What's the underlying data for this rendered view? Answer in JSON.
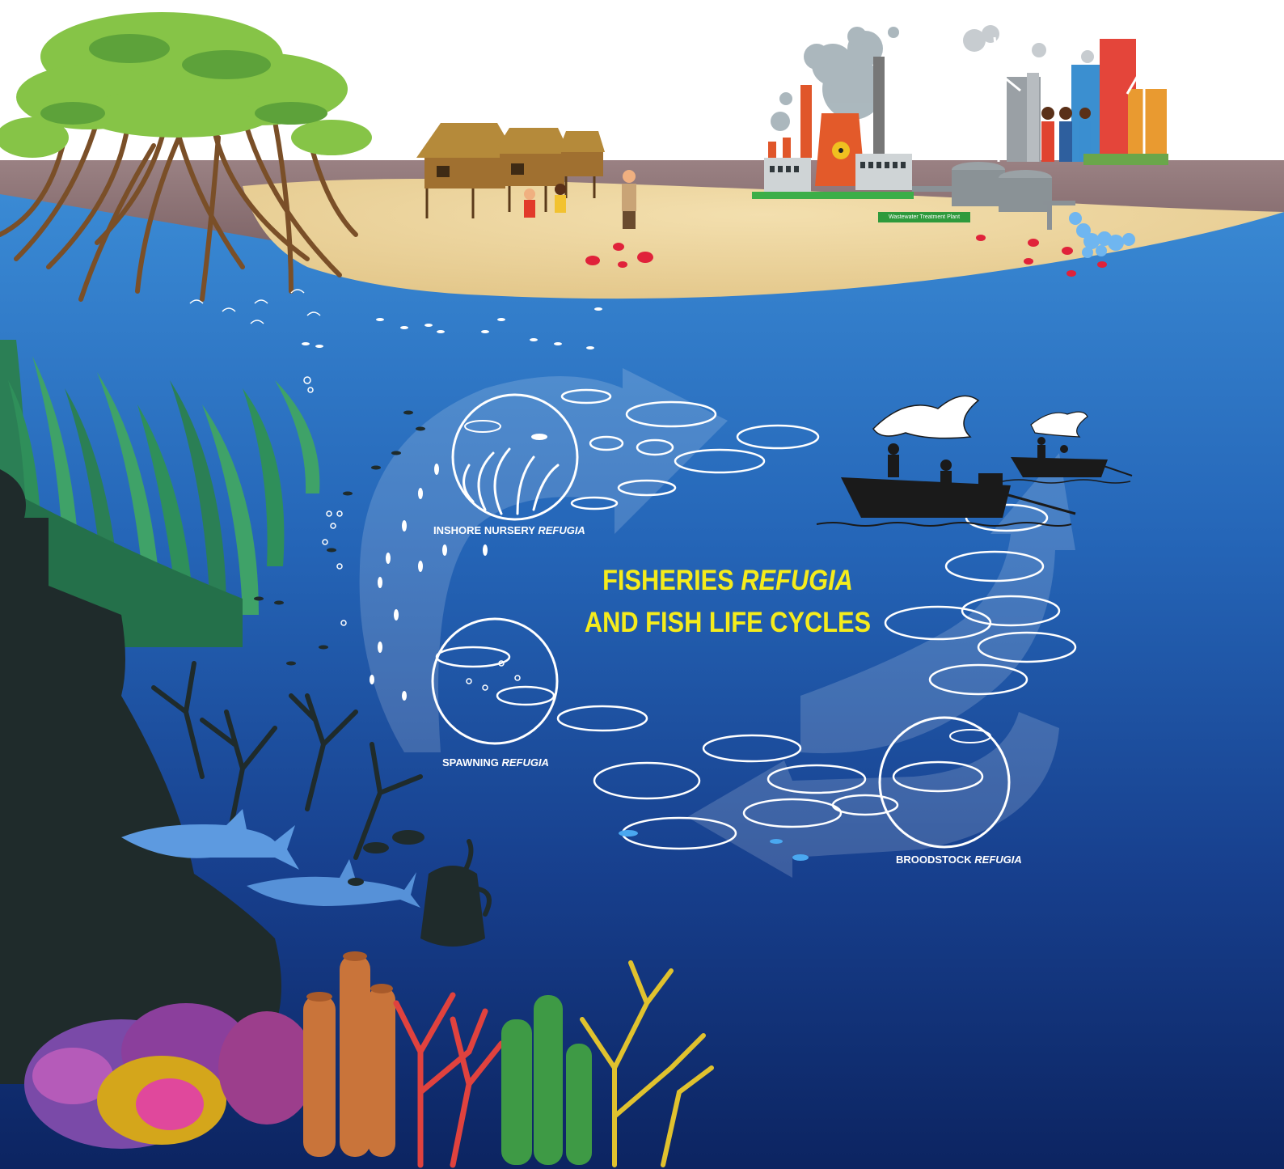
{
  "title": {
    "line1_plain": "FISHERIES ",
    "line1_italic": "REFUGIA",
    "line2": "AND FISH LIFE CYCLES"
  },
  "labels": {
    "inshore": {
      "plain": "INSHORE NURSERY ",
      "italic": "REFUGIA"
    },
    "spawning": {
      "plain": "SPAWNING ",
      "italic": "REFUGIA"
    },
    "broodstock": {
      "plain": "BROODSTOCK ",
      "italic": "REFUGIA"
    }
  },
  "wastewater_plant_label": "Wastewater Treatment Plant",
  "colors": {
    "title_yellow": "#f5ec1c",
    "ocean_top": "#2b79c9",
    "ocean_bottom": "#0e2a6e",
    "sand": "#ecd49a",
    "horizon_brown": "#8f7476",
    "reef_dark": "#1f2b2b",
    "seagrass": "#2f8f5a",
    "mangrove_leaf": "#86c447",
    "mangrove_root": "#7a4f28"
  }
}
